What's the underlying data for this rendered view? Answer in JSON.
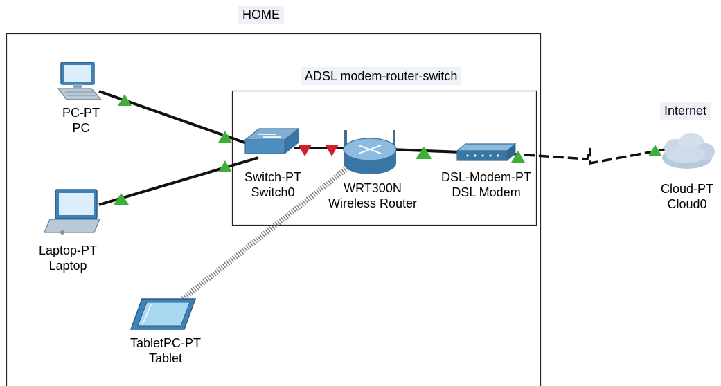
{
  "areas": {
    "home": {
      "label": "HOME"
    },
    "adsl": {
      "label": "ADSL modem-router-switch"
    },
    "internet": {
      "label": "Internet"
    }
  },
  "devices": {
    "pc": {
      "model": "PC-PT",
      "name": "PC",
      "icon": "desktop-pc-icon"
    },
    "laptop": {
      "model": "Laptop-PT",
      "name": "Laptop",
      "icon": "laptop-icon"
    },
    "tablet": {
      "model": "TabletPC-PT",
      "name": "Tablet",
      "icon": "tablet-icon"
    },
    "switch": {
      "model": "Switch-PT",
      "name": "Switch0",
      "icon": "switch-icon"
    },
    "router": {
      "model": "WRT300N",
      "name": "Wireless Router",
      "icon": "wireless-router-icon"
    },
    "modem": {
      "model": "DSL-Modem-PT",
      "name": "DSL Modem",
      "icon": "dsl-modem-icon"
    },
    "cloud": {
      "model": "Cloud-PT",
      "name": "Cloud0",
      "icon": "cloud-icon"
    }
  },
  "links": [
    {
      "from": "pc",
      "to": "switch",
      "type": "copper-straight",
      "status": "up"
    },
    {
      "from": "laptop",
      "to": "switch",
      "type": "copper-straight",
      "status": "up"
    },
    {
      "from": "switch",
      "to": "router",
      "type": "copper-straight",
      "status": "down"
    },
    {
      "from": "router",
      "to": "modem",
      "type": "copper-straight",
      "status": "up"
    },
    {
      "from": "modem",
      "to": "cloud",
      "type": "phone",
      "status": "up"
    },
    {
      "from": "tablet",
      "to": "router",
      "type": "wireless",
      "status": "associated"
    }
  ],
  "colors": {
    "link_up": "#3fae3a",
    "link_down": "#d0202a",
    "device_blue": "#4d8fc0",
    "area_label_bg": "#eef1f8"
  }
}
